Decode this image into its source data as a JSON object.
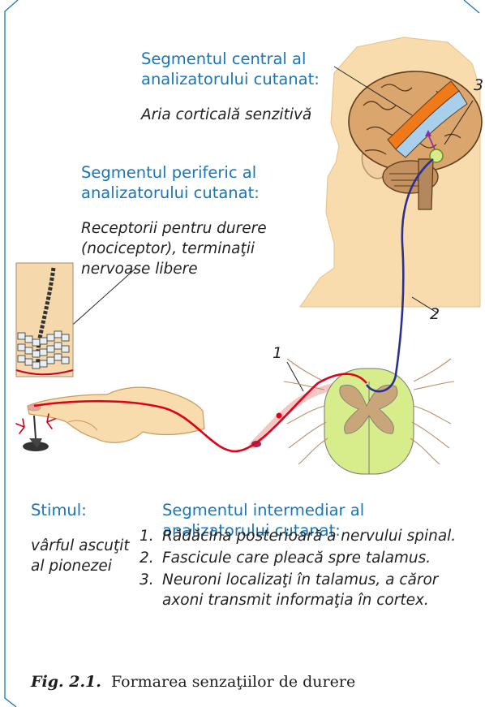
{
  "colors": {
    "accent": "#1a76b7",
    "text": "#222222",
    "skin": "#f8dcae",
    "nerve_red": "#e0001a",
    "nerve_blue": "#2b3190"
  },
  "central": {
    "title": "Segmentul central al analizatorului cutanat:",
    "desc": "Aria corticală senzitivă"
  },
  "peripheral": {
    "title": "Segmentul periferic al analizatorului cutanat:",
    "desc": "Receptorii pentru durere (nociceptor), terminaţii nervoase libere"
  },
  "stimulus": {
    "title": "Stimul:",
    "desc": "vârful ascuţit al pionezei"
  },
  "intermediate": {
    "title": "Segmentul intermediar al analizatorului cutanat:",
    "items": [
      {
        "num": "1.",
        "text": "Rădăcina posterioară a nervului spinal."
      },
      {
        "num": "2.",
        "text": "Fascicule care pleacă spre talamus."
      },
      {
        "num": "3.",
        "text": "Neuroni localizaţi în talamus, a căror axoni transmit informaţia în cortex."
      }
    ]
  },
  "markers": [
    "1",
    "2",
    "3"
  ],
  "caption": {
    "ref": "Fig. 2.1.",
    "text": "Formarea senzaţiilor de durere"
  }
}
